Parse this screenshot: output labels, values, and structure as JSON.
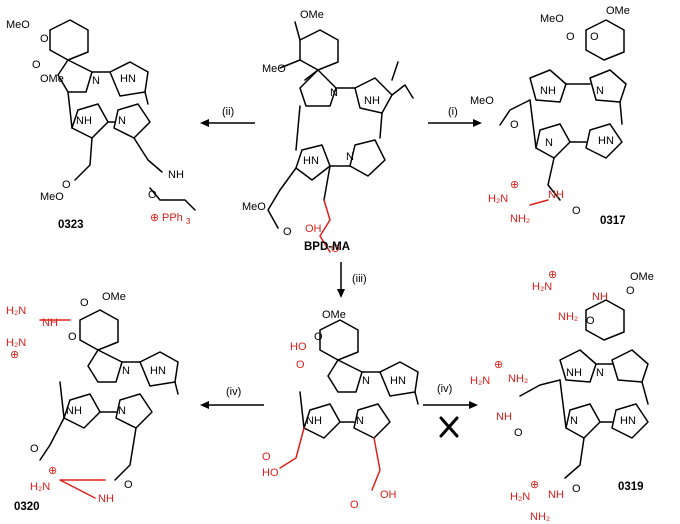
{
  "compounds": {
    "center": {
      "id": "BPD-MA",
      "labels": [
        "OMe",
        "MeO",
        "NH",
        "N",
        "N",
        "HN",
        "MeO",
        "O",
        "O",
        "OH"
      ]
    },
    "c0323": {
      "id": "0323",
      "labels": [
        "MeO",
        "O",
        "O",
        "OMe",
        "N",
        "HN",
        "NH",
        "N",
        "MeO",
        "O",
        "O",
        "NH",
        "PPh",
        "3",
        "⊕"
      ]
    },
    "c0317": {
      "id": "0317",
      "labels": [
        "OMe",
        "MeO",
        "O",
        "O",
        "N",
        "NH",
        "HN",
        "N",
        "MeO",
        "O",
        "H₂N",
        "⊕",
        "NH",
        "NH₂",
        "O"
      ]
    },
    "diacid": {
      "labels": [
        "OMe",
        "HO",
        "O",
        "O",
        "N",
        "HN",
        "NH",
        "N",
        "HO",
        "O",
        "O",
        "OH"
      ]
    },
    "c0320": {
      "id": "0320",
      "labels": [
        "H₂N",
        "NH",
        "H₂N",
        "⊕",
        "O",
        "O",
        "OMe",
        "N",
        "HN",
        "NH",
        "N",
        "O",
        "⊕",
        "H₂N",
        "NH",
        "O"
      ]
    },
    "c0319": {
      "id": "0319",
      "labels": [
        "H₂N",
        "⊕",
        "NH₂",
        "NH",
        "O",
        "O",
        "OMe",
        "⊕",
        "NH₂",
        "H₂N",
        "NH",
        "O",
        "NH",
        "N",
        "N",
        "HN",
        "H₂N",
        "⊕",
        "NH",
        "O",
        "NH₂"
      ]
    }
  },
  "steps": {
    "i": "(i)",
    "ii": "(ii)",
    "iii": "(iii)",
    "iv_left": "(iv)",
    "iv_right": "(iv)"
  },
  "colors": {
    "highlight": "#e0201b",
    "structure": "#000000"
  }
}
